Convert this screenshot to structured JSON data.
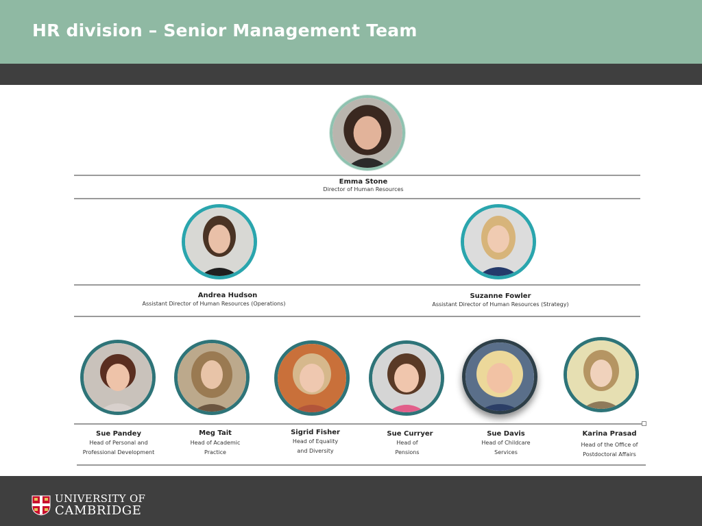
{
  "slide": {
    "title": "HR division – Senior Management Team",
    "colors": {
      "header": "#8fb9a3",
      "bars": "#3f3f3f",
      "ring_teal": "#2aa5ad",
      "ring_dark": "#2e7478"
    }
  },
  "director": {
    "name": "Emma Stone",
    "role": "Director of Human Resources"
  },
  "assistants": [
    {
      "name": "Andrea Hudson",
      "role": "Assistant Director of Human Resources (Operations)"
    },
    {
      "name": "Suzanne Fowler",
      "role": "Assistant Director of Human Resources (Strategy)"
    }
  ],
  "heads": [
    {
      "name": "Sue Pandey",
      "role1": "Head of Personal and",
      "role2": "Professional Development"
    },
    {
      "name": "Meg Tait",
      "role1": "Head of Academic",
      "role2": "Practice"
    },
    {
      "name": "Sigrid Fisher",
      "role1": "Head of Equality",
      "role2": "and Diversity"
    },
    {
      "name": "Sue Curryer",
      "role1": "Head of",
      "role2": "Pensions"
    },
    {
      "name": "Sue Davis",
      "role1": "Head of Childcare",
      "role2": "Services"
    },
    {
      "name": "Karina Prasad",
      "role1": "Head of the Office of",
      "role2": "Postdoctoral Affairs"
    }
  ],
  "footer": {
    "logo_line1": "UNIVERSITY OF",
    "logo_line2": "CAMBRIDGE",
    "logo_icon": "university-crest-icon"
  }
}
